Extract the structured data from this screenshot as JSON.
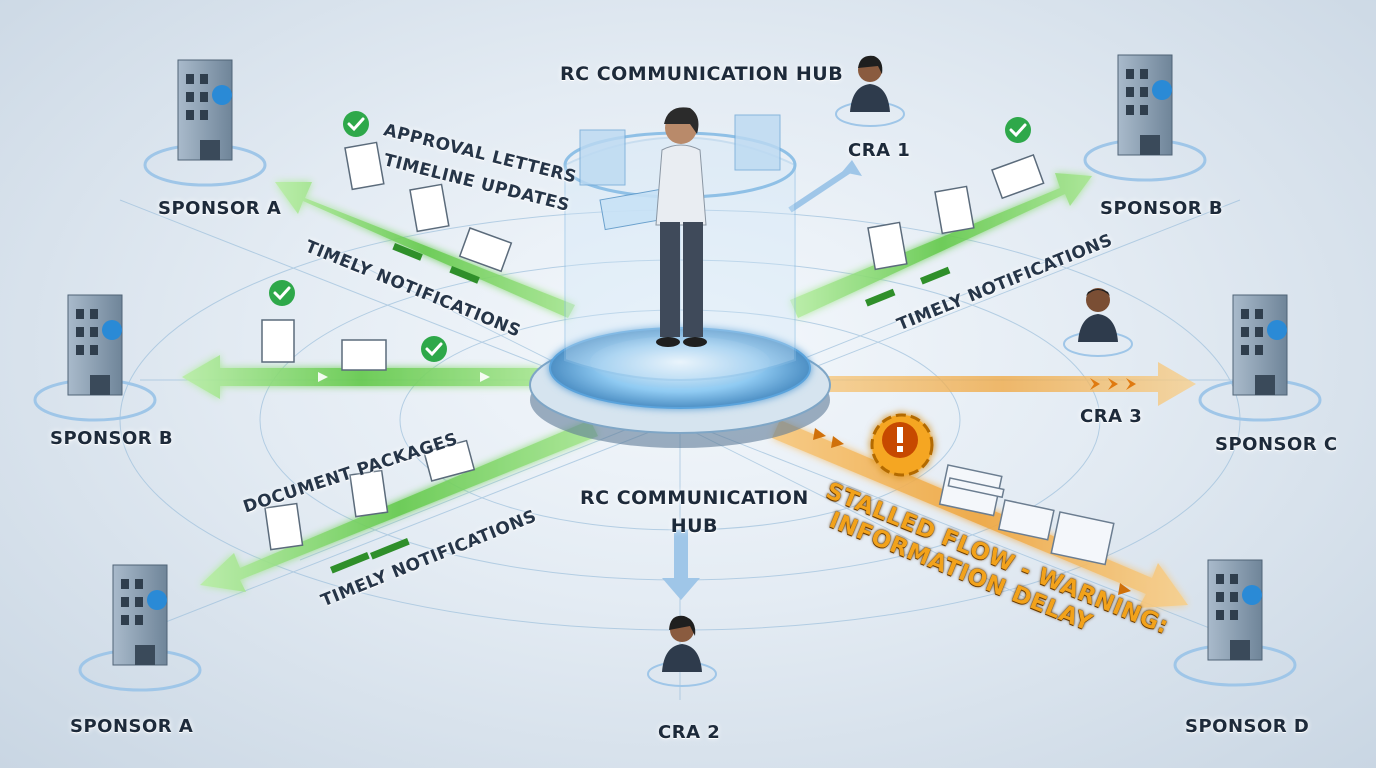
{
  "hub": {
    "title_top": "RC COMMUNICATION HUB",
    "title_bottom_line1": "RC COMMUNICATION",
    "title_bottom_line2": "HUB"
  },
  "sponsors": {
    "a_top": "SPONSOR A",
    "b_left": "SPONSOR B",
    "a_bottom": "SPONSOR A",
    "b_right": "SPONSOR B",
    "c": "SPONSOR C",
    "d": "SPONSOR D"
  },
  "cras": {
    "cra1": "CRA 1",
    "cra2": "CRA 2",
    "cra3": "CRA 3"
  },
  "flows": {
    "approval_letters": "APPROVAL LETTERS",
    "timeline_updates": "TIMELINE UPDATES",
    "timely_notifications_1": "TIMELY NOTIFICATIONS",
    "timely_notifications_2": "TIMELY NOTIFICATIONS",
    "timely_notifications_3": "TIMELY NOTIFICATIONS",
    "document_packages": "DOCUMENT PACKAGES"
  },
  "warning": {
    "line1": "STALLED FLOW - WARNING:",
    "line2": "INFORMATION DELAY"
  },
  "colors": {
    "flow_green": "#5cc845",
    "flow_orange": "#f0a53c",
    "check_green": "#2ea84a",
    "warning_gear": "#f5a623",
    "building": "#8fa4b8",
    "hub_glow": "#7fc4ff"
  }
}
